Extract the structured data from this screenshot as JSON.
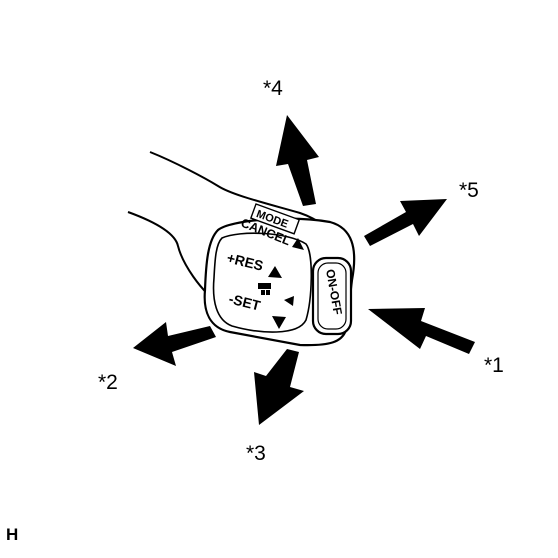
{
  "callouts": {
    "c1": "*1",
    "c2": "*2",
    "c3": "*3",
    "c4": "*4",
    "c5": "*5"
  },
  "switch": {
    "mode": "MODE",
    "cancel": "CANCEL",
    "res": "+RES",
    "set": "-SET",
    "on_off": "ON-OFF"
  },
  "corner_letter": "H",
  "colors": {
    "line": "#000000",
    "background": "#ffffff"
  }
}
